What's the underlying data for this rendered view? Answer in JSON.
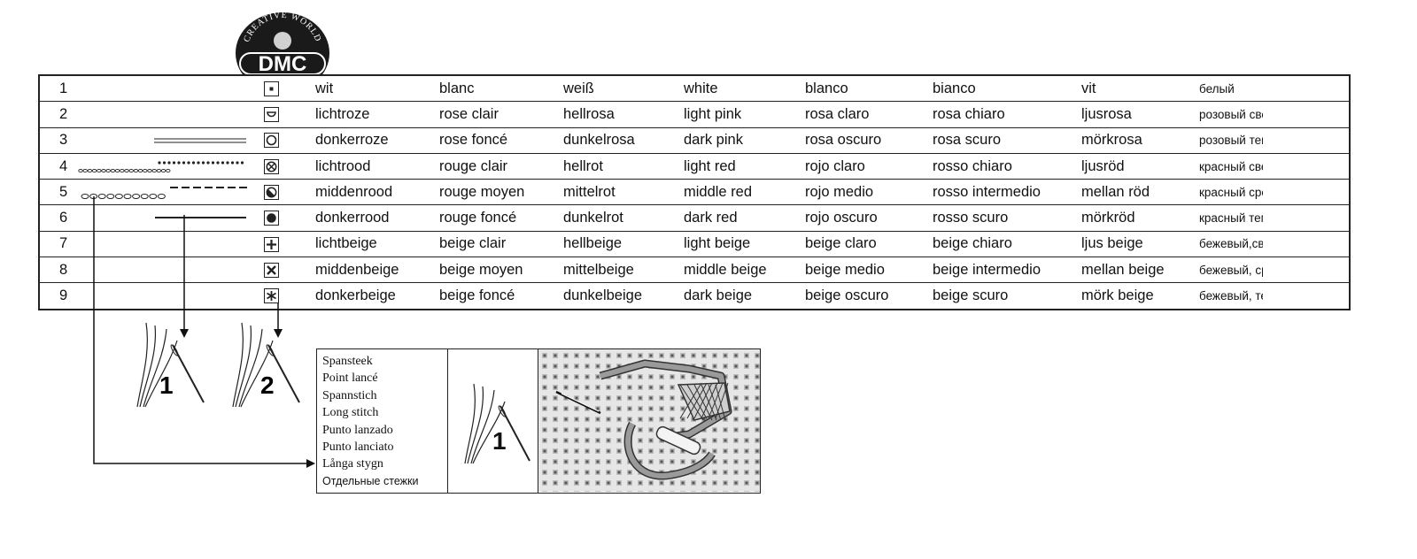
{
  "logo": {
    "arc_text": "CREATIVE WORLD",
    "brand": "DMC"
  },
  "colors": {
    "ink": "#222222",
    "fabric": "#cfcfcf",
    "thread": "#9a9a9a"
  },
  "rows": [
    {
      "num": "1",
      "line": "none",
      "symbol": "dot-square-icon",
      "nl": "wit",
      "fr": "blanc",
      "de": "weiß",
      "en": "white",
      "es": "blanco",
      "it": "bianco",
      "sv": "vit",
      "ru": "белый"
    },
    {
      "num": "2",
      "line": "none",
      "symbol": "half-circle-icon",
      "nl": "lichtroze",
      "fr": "rose clair",
      "de": "hellrosa",
      "en": "light pink",
      "es": "rosa claro",
      "it": "rosa chiaro",
      "sv": "ljusrosa",
      "ru": "розовый светлый"
    },
    {
      "num": "3",
      "line": "double-line",
      "symbol": "circle-outline-icon",
      "nl": "donkerroze",
      "fr": "rose foncé",
      "de": "dunkelrosa",
      "en": "dark pink",
      "es": "rosa oscuro",
      "it": "rosa scuro",
      "sv": "mörkrosa",
      "ru": "розовый темный"
    },
    {
      "num": "4",
      "line": "small-ovals-and-dots",
      "symbol": "circle-cross-icon",
      "nl": "lichtrood",
      "fr": "rouge clair",
      "de": "hellrot",
      "en": "light red",
      "es": "rojo claro",
      "it": "rosso chiaro",
      "sv": "ljusröd",
      "ru": "красный светлый"
    },
    {
      "num": "5",
      "line": "ovals-and-dashes",
      "symbol": "circle-half-filled-icon",
      "nl": "middenrood",
      "fr": "rouge moyen",
      "de": "mittelrot",
      "en": "middle red",
      "es": "rojo medio",
      "it": "rosso intermedio",
      "sv": "mellan röd",
      "ru": "красный средний"
    },
    {
      "num": "6",
      "line": "solid-line",
      "symbol": "filled-circle-icon",
      "nl": "donkerrood",
      "fr": "rouge foncé",
      "de": "dunkelrot",
      "en": "dark red",
      "es": "rojo oscuro",
      "it": "rosso scuro",
      "sv": "mörkröd",
      "ru": "красный темный"
    },
    {
      "num": "7",
      "line": "none",
      "symbol": "plus-icon",
      "nl": "lichtbeige",
      "fr": "beige clair",
      "de": "hellbeige",
      "en": "light beige",
      "es": "beige claro",
      "it": "beige chiaro",
      "sv": "ljus beige",
      "ru": "бежевый,светлый"
    },
    {
      "num": "8",
      "line": "none",
      "symbol": "x-cross-icon",
      "nl": "middenbeige",
      "fr": "beige moyen",
      "de": "mittelbeige",
      "en": "middle beige",
      "es": "beige medio",
      "it": "beige intermedio",
      "sv": "mellan beige",
      "ru": "бежевый, средний"
    },
    {
      "num": "9",
      "line": "none",
      "symbol": "asterisk-icon",
      "nl": "donkerbeige",
      "fr": "beige foncé",
      "de": "dunkelbeige",
      "en": "dark beige",
      "es": "beige oscuro",
      "it": "beige scuro",
      "sv": "mörk beige",
      "ru": "бежевый, темный"
    }
  ],
  "needles": [
    {
      "label": "1"
    },
    {
      "label": "2"
    }
  ],
  "legend": {
    "names": [
      "Spansteek",
      "Point lancé",
      "Spannstich",
      "Long stitch",
      "Punto lanzado",
      "Punto lanciato",
      "Långa stygn",
      "Отдельные стежки"
    ],
    "needle_label": "1"
  }
}
